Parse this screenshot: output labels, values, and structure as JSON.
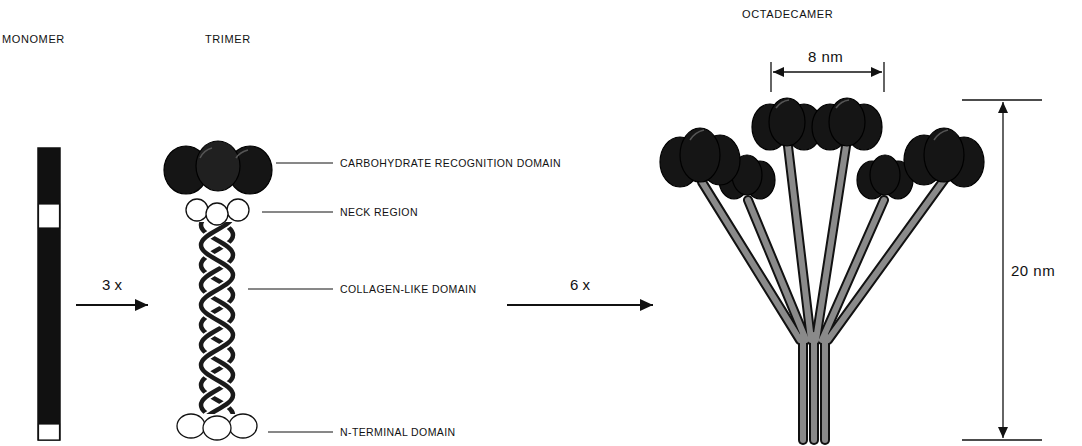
{
  "diagram": {
    "nodes": [
      {
        "text": [
          "MONOMER"
        ]
      },
      {
        "text": [
          "TRIMER"
        ]
      },
      {
        "text": [
          "OCTADECAMER"
        ]
      }
    ],
    "edges": [
      {
        "from": 0,
        "to": 1,
        "arrow": "to",
        "label": "3 x"
      },
      {
        "from": 1,
        "to": 2,
        "arrow": "to",
        "label": "6 x"
      }
    ],
    "labels": [
      "CARBOHYDRATE RECOGNITION DOMAIN",
      "NECK REGION",
      "COLLAGEN-LIKE DOMAIN",
      "N-TERMINAL DOMAIN",
      "8 nm",
      "20 nm"
    ]
  }
}
